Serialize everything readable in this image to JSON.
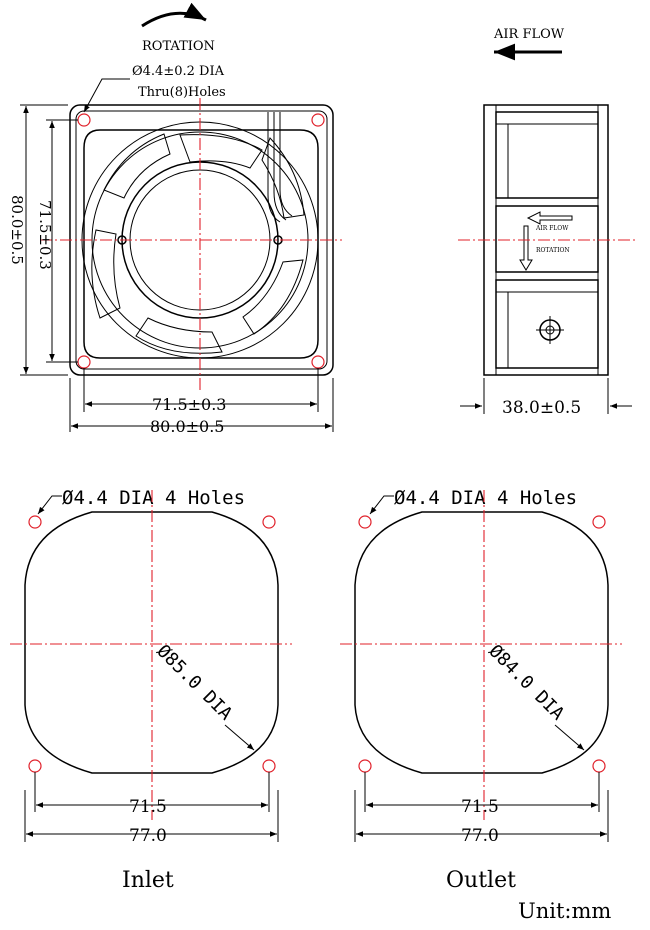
{
  "top_view": {
    "rotation_label": "ROTATION",
    "hole_callout_line1": "Ø4.4±0.2 DIA",
    "hole_callout_line2": "Thru(8)Holes",
    "dim_outer_vertical": "80.0±0.5",
    "dim_inner_vertical": "71.5±0.3",
    "dim_inner_horizontal": "71.5±0.3",
    "dim_outer_horizontal": "80.0±0.5"
  },
  "side_view": {
    "airflow_label": "AIR FLOW",
    "label_airflow_small": "AIR FLOW",
    "label_rotation_small": "ROTATION",
    "dim_depth": "38.0±0.5"
  },
  "inlet": {
    "hole_callout": "Ø4.4 DIA 4 Holes",
    "diameter_label": "Ø85.0 DIA",
    "dim_hole_spacing": "71.5",
    "dim_width": "77.0",
    "caption": "Inlet"
  },
  "outlet": {
    "hole_callout": "Ø4.4 DIA 4 Holes",
    "diameter_label": "Ø84.0 DIA",
    "dim_hole_spacing": "71.5",
    "dim_width": "77.0",
    "caption": "Outlet"
  },
  "unit_label": "Unit:mm",
  "colors": {
    "line": "#000000",
    "centerline": "#e0202a"
  }
}
